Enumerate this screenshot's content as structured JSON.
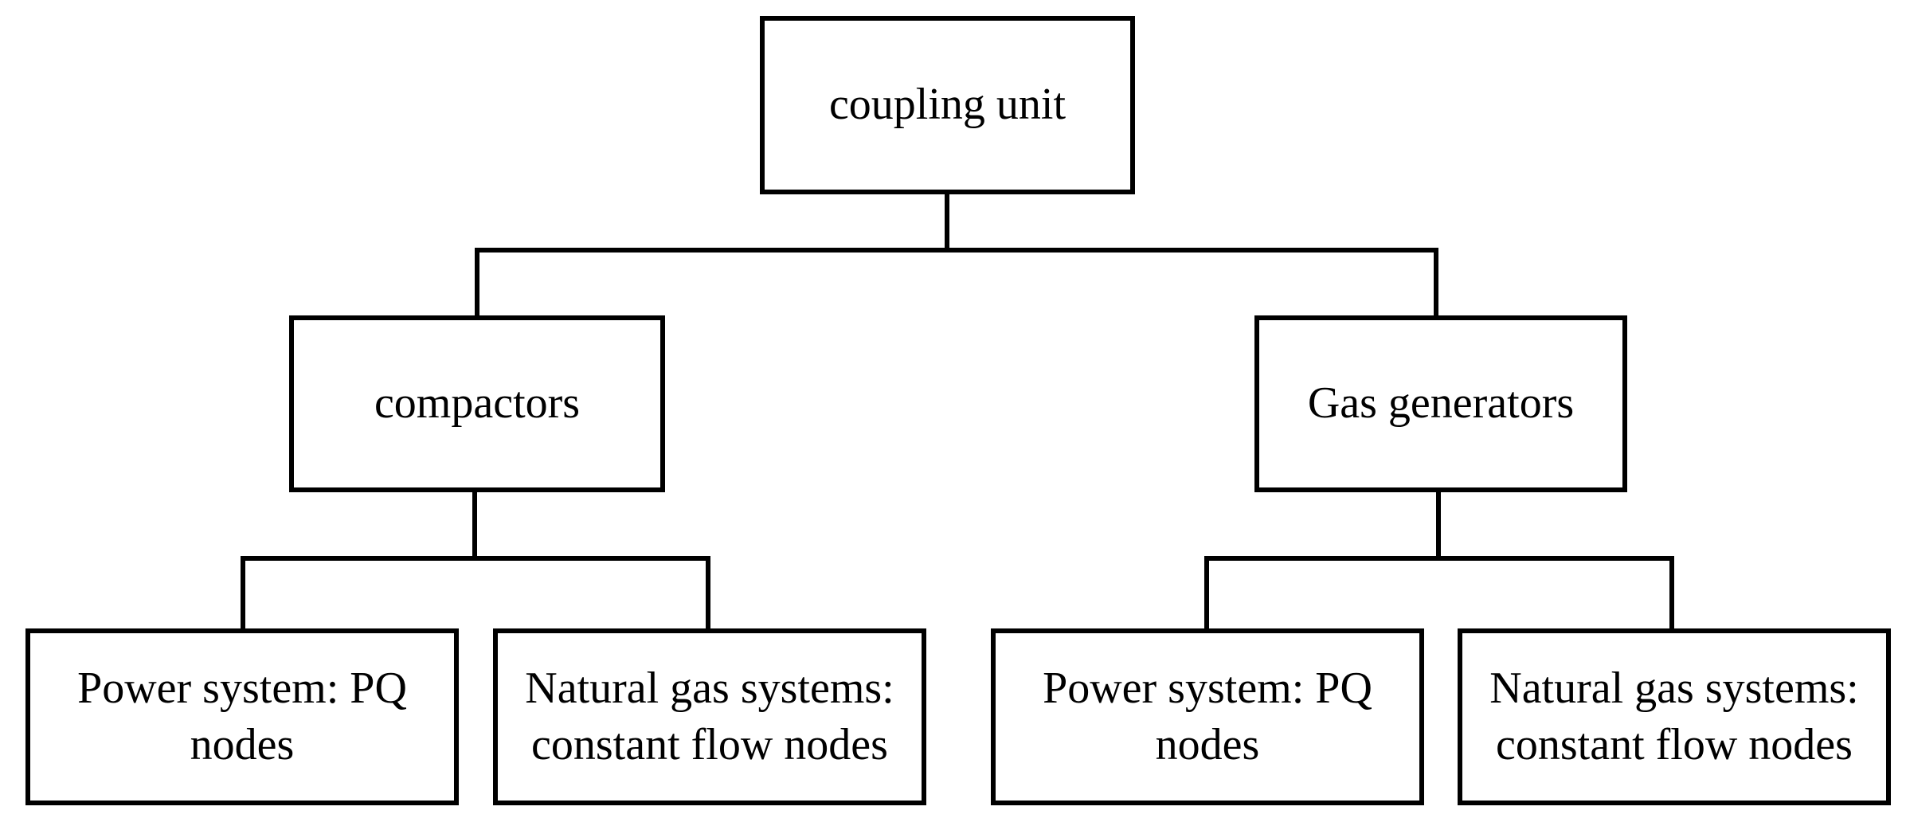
{
  "diagram": {
    "root": {
      "label": "coupling unit"
    },
    "branches": [
      {
        "label": "compactors",
        "children": [
          {
            "label": "Power system: PQ\nnodes"
          },
          {
            "label": "Natural gas systems:\nconstant flow nodes"
          }
        ]
      },
      {
        "label": "Gas generators",
        "children": [
          {
            "label": "Power system: PQ\nnodes"
          },
          {
            "label": "Natural gas systems:\nconstant flow nodes"
          }
        ]
      }
    ],
    "colors": {
      "stroke": "#000000",
      "background": "#ffffff"
    }
  }
}
